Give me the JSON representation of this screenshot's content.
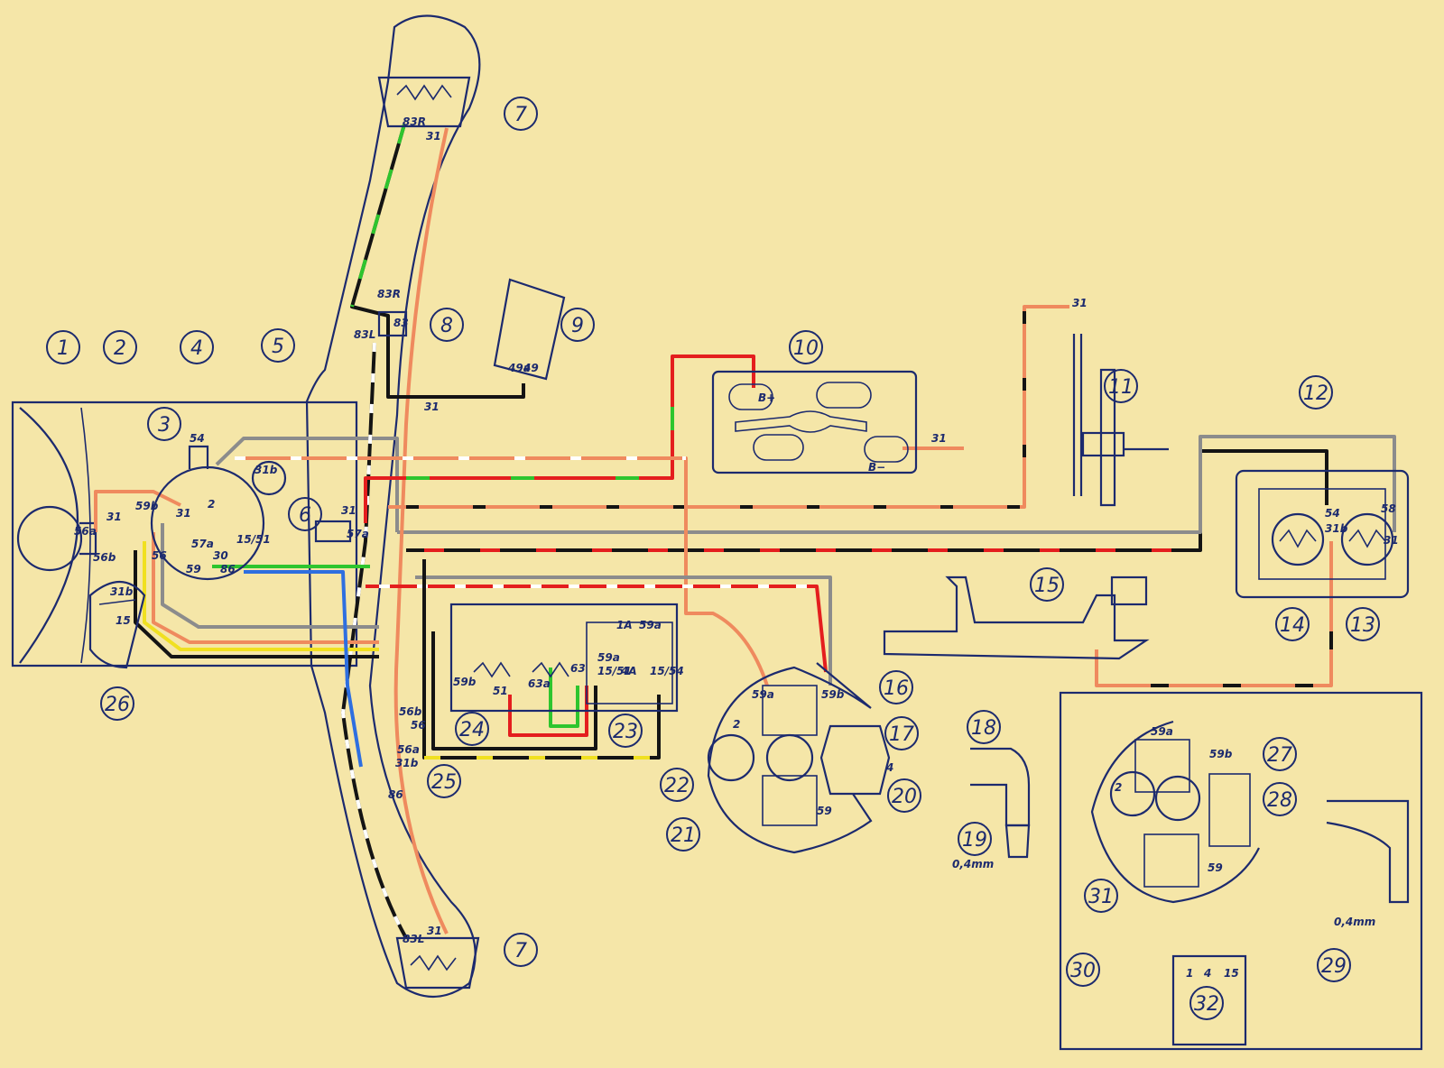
{
  "colors": {
    "background": "#f5e6a8",
    "ink": "#1c2a6e",
    "wire_orange": "#ef8a5e",
    "wire_red": "#e41e1e",
    "wire_black": "#141414",
    "wire_grey": "#8c8c8c",
    "wire_green": "#2ec52e",
    "wire_blue": "#2e6fe0",
    "wire_yellow": "#f0e020",
    "wire_white": "#ffffff"
  },
  "callouts": [
    {
      "id": "c1",
      "text": "1"
    },
    {
      "id": "c2",
      "text": "2"
    },
    {
      "id": "c3",
      "text": "3"
    },
    {
      "id": "c4",
      "text": "4"
    },
    {
      "id": "c5",
      "text": "5"
    },
    {
      "id": "c6",
      "text": "6"
    },
    {
      "id": "c7a",
      "text": "7"
    },
    {
      "id": "c7b",
      "text": "7"
    },
    {
      "id": "c8",
      "text": "8"
    },
    {
      "id": "c9",
      "text": "9"
    },
    {
      "id": "c10",
      "text": "10"
    },
    {
      "id": "c11",
      "text": "11"
    },
    {
      "id": "c12",
      "text": "12"
    },
    {
      "id": "c13",
      "text": "13"
    },
    {
      "id": "c14",
      "text": "14"
    },
    {
      "id": "c15",
      "text": "15"
    },
    {
      "id": "c16",
      "text": "16"
    },
    {
      "id": "c17",
      "text": "17"
    },
    {
      "id": "c18",
      "text": "18"
    },
    {
      "id": "c19",
      "text": "19"
    },
    {
      "id": "c20",
      "text": "20"
    },
    {
      "id": "c21",
      "text": "21"
    },
    {
      "id": "c22",
      "text": "22"
    },
    {
      "id": "c23",
      "text": "23"
    },
    {
      "id": "c24",
      "text": "24"
    },
    {
      "id": "c25",
      "text": "25"
    },
    {
      "id": "c26",
      "text": "26"
    },
    {
      "id": "c27",
      "text": "27"
    },
    {
      "id": "c28",
      "text": "28"
    },
    {
      "id": "c29",
      "text": "29"
    },
    {
      "id": "c30",
      "text": "30"
    },
    {
      "id": "c31",
      "text": "31"
    },
    {
      "id": "c32",
      "text": "32"
    }
  ],
  "terminals": [
    {
      "id": "t1",
      "text": "83R"
    },
    {
      "id": "t2",
      "text": "31"
    },
    {
      "id": "t3",
      "text": "83R"
    },
    {
      "id": "t4",
      "text": "83L"
    },
    {
      "id": "t5",
      "text": "83"
    },
    {
      "id": "t6",
      "text": "49a"
    },
    {
      "id": "t7",
      "text": "49"
    },
    {
      "id": "t8",
      "text": "31"
    },
    {
      "id": "t9",
      "text": "B+"
    },
    {
      "id": "t10",
      "text": "B−"
    },
    {
      "id": "t11",
      "text": "31"
    },
    {
      "id": "t12",
      "text": "31"
    },
    {
      "id": "t13",
      "text": "54"
    },
    {
      "id": "t14",
      "text": "58"
    },
    {
      "id": "t15",
      "text": "31b"
    },
    {
      "id": "t16",
      "text": "31"
    },
    {
      "id": "t17",
      "text": "59b"
    },
    {
      "id": "t18",
      "text": "31"
    },
    {
      "id": "t19",
      "text": "56a"
    },
    {
      "id": "t20",
      "text": "56b"
    },
    {
      "id": "t21",
      "text": "31"
    },
    {
      "id": "t22",
      "text": "2"
    },
    {
      "id": "t23",
      "text": "56"
    },
    {
      "id": "t24",
      "text": "57a"
    },
    {
      "id": "t25",
      "text": "30"
    },
    {
      "id": "t26",
      "text": "15/51"
    },
    {
      "id": "t27",
      "text": "59"
    },
    {
      "id": "t28",
      "text": "86"
    },
    {
      "id": "t29",
      "text": "54"
    },
    {
      "id": "t30",
      "text": "31b"
    },
    {
      "id": "t31",
      "text": "31"
    },
    {
      "id": "t32",
      "text": "57a"
    },
    {
      "id": "t33",
      "text": "31b"
    },
    {
      "id": "t34",
      "text": "15"
    },
    {
      "id": "t35",
      "text": "1A"
    },
    {
      "id": "t36",
      "text": "59a"
    },
    {
      "id": "t37",
      "text": "59a"
    },
    {
      "id": "t38",
      "text": "15/51"
    },
    {
      "id": "t39",
      "text": "4A"
    },
    {
      "id": "t40",
      "text": "15/54"
    },
    {
      "id": "t41",
      "text": "59b"
    },
    {
      "id": "t42",
      "text": "51"
    },
    {
      "id": "t43",
      "text": "63a"
    },
    {
      "id": "t44",
      "text": "63"
    },
    {
      "id": "t45",
      "text": "56b"
    },
    {
      "id": "t46",
      "text": "56"
    },
    {
      "id": "t47",
      "text": "56a"
    },
    {
      "id": "t48",
      "text": "31b"
    },
    {
      "id": "t49",
      "text": "86"
    },
    {
      "id": "t50",
      "text": "59a"
    },
    {
      "id": "t51",
      "text": "59b"
    },
    {
      "id": "t52",
      "text": "2"
    },
    {
      "id": "t53",
      "text": "59"
    },
    {
      "id": "t54",
      "text": "4"
    },
    {
      "id": "t55",
      "text": "0,4mm"
    },
    {
      "id": "t56",
      "text": "59a"
    },
    {
      "id": "t57",
      "text": "59b"
    },
    {
      "id": "t58",
      "text": "2"
    },
    {
      "id": "t59",
      "text": "59"
    },
    {
      "id": "t60",
      "text": "0,4mm"
    },
    {
      "id": "t61",
      "text": "1"
    },
    {
      "id": "t62",
      "text": "4"
    },
    {
      "id": "t63",
      "text": "15"
    },
    {
      "id": "t64",
      "text": "83L"
    },
    {
      "id": "t65",
      "text": "31"
    }
  ]
}
